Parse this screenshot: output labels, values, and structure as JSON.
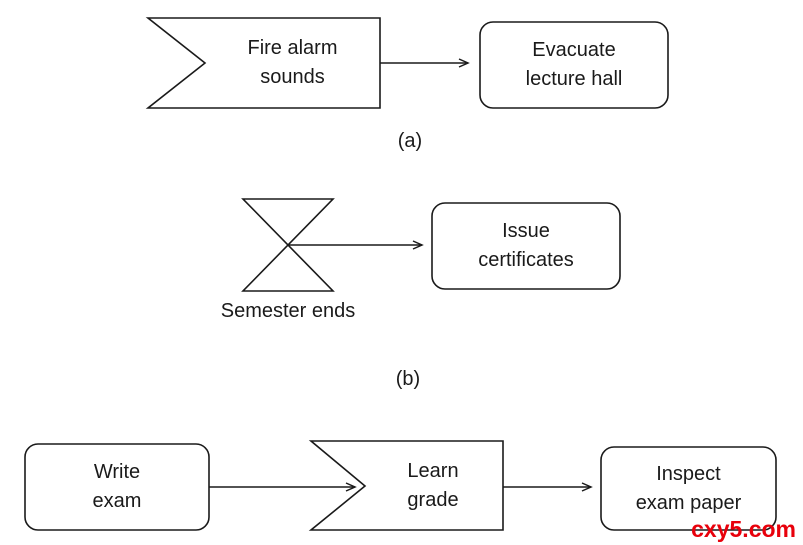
{
  "colors": {
    "background": "#ffffff",
    "line": "#1a1a1a",
    "text": "#1a1a1a",
    "watermark": "#e8000b"
  },
  "diagram_a": {
    "event_shape_lines": [
      "Fire alarm",
      "sounds"
    ],
    "action_lines": [
      "Evacuate",
      "lecture hall"
    ],
    "caption": "(a)"
  },
  "diagram_b": {
    "event_label": "Semester ends",
    "action_lines": [
      "Issue",
      "certificates"
    ],
    "caption": "(b)"
  },
  "diagram_c": {
    "action1_lines": [
      "Write",
      "exam"
    ],
    "event_shape_lines": [
      "Learn",
      "grade"
    ],
    "action2_lines": [
      "Inspect",
      "exam paper"
    ]
  },
  "watermark": {
    "text": "cxy5.com"
  }
}
